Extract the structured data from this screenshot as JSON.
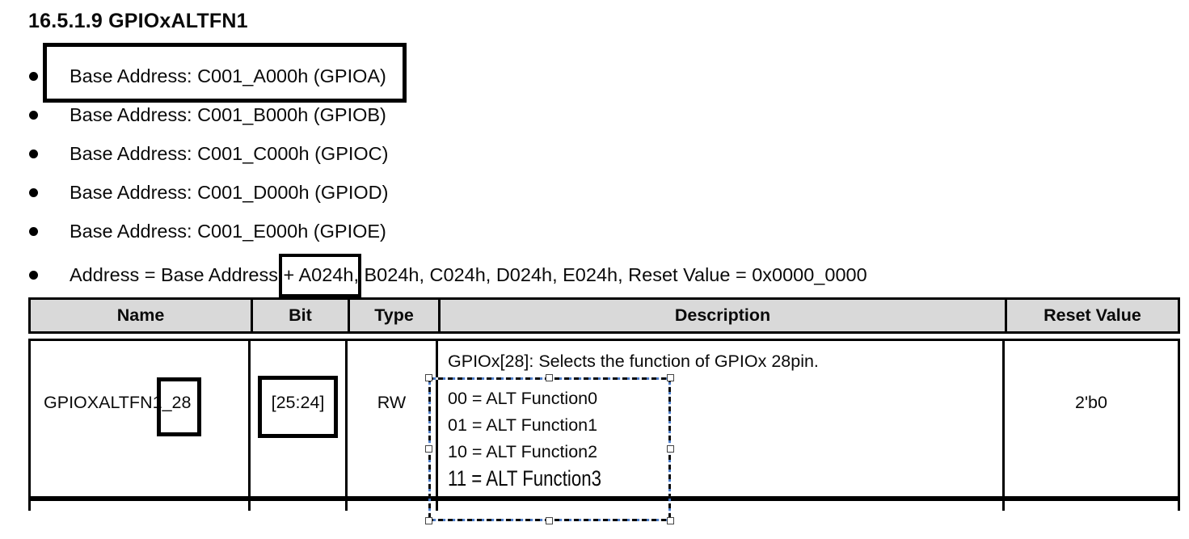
{
  "page": {
    "title": "16.5.1.9 GPIOxALTFN1"
  },
  "bullets": [
    {
      "text": "Base Address: C001_A000h (GPIOA)"
    },
    {
      "text": "Base Address: C001_B000h (GPIOB)"
    },
    {
      "text": "Base Address: C001_C000h (GPIOC)"
    },
    {
      "text": "Base Address: C001_D000h (GPIOD)"
    },
    {
      "text": "Base Address: C001_E000h (GPIOE)"
    },
    {
      "pre": "Address = Base Address ",
      "boxed": "+ A024h",
      "post": ", B024h, C024h, D024h, E024h, Reset Value = 0x0000_0000"
    }
  ],
  "table": {
    "headers": [
      "Name",
      "Bit",
      "Type",
      "Description",
      "Reset Value"
    ],
    "row": {
      "name_pre": "GPIOXALTFN1",
      "name_boxed": "_28",
      "bit": "[25:24]",
      "type": "RW",
      "desc_line1": "GPIOx[28]: Selects the function of GPIOx 28pin.",
      "options": [
        "00 = ALT Function0",
        "01 = ALT Function1",
        "10 = ALT Function2",
        "11 = ALT Function3"
      ],
      "reset": "2'b0"
    }
  },
  "colors": {
    "header_bg": "#d9d9d9",
    "selection_blue": "#4a7bc8",
    "annotation_border": "#000000"
  }
}
